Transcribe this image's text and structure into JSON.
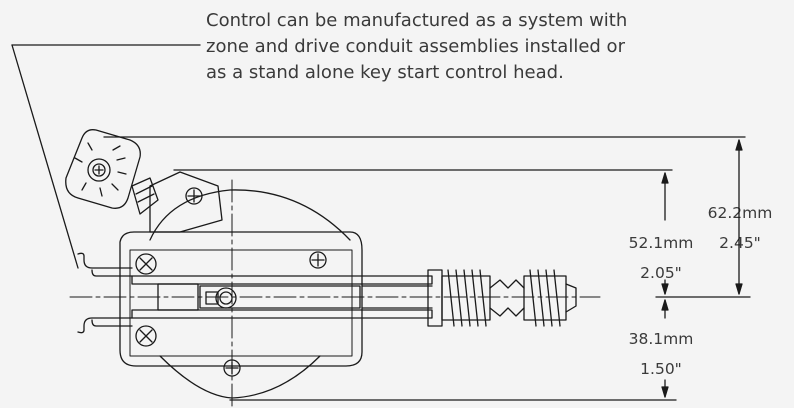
{
  "note": {
    "lines": [
      "Control can be manufactured as a system with",
      "zone and drive conduit assemblies installed or",
      "as a stand alone key start control head."
    ]
  },
  "dimensions": {
    "overall": {
      "metric": "62.2mm",
      "imperial": "2.45\""
    },
    "upper": {
      "metric": "52.1mm",
      "imperial": "2.05\""
    },
    "lower": {
      "metric": "38.1mm",
      "imperial": "1.50\""
    }
  },
  "colors": {
    "background": "#f4f4f4",
    "line": "#1a1a1a",
    "text": "#3a3a3a"
  }
}
